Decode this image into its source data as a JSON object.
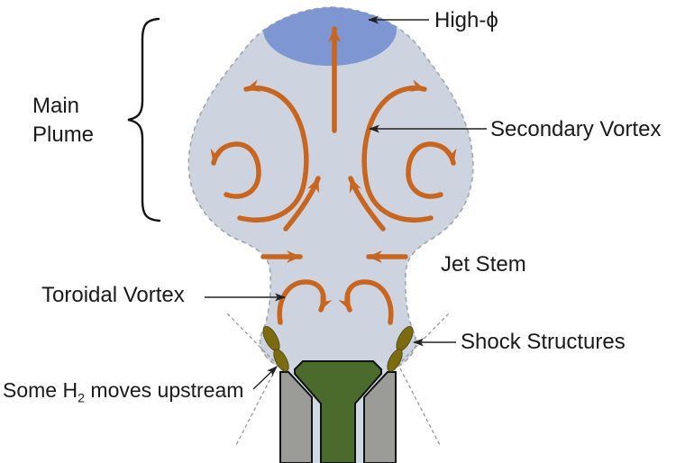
{
  "diagram": {
    "labels": {
      "main_plume": "Main Plume",
      "high_phi": "High-ϕ",
      "secondary_vortex": "Secondary Vortex",
      "jet_stem": "Jet Stem",
      "toroidal_vortex": "Toroidal Vortex",
      "shock_structures": "Shock Structures",
      "h2_note": {
        "pre": "Some H",
        "sub": "2",
        "post": " moves upstream"
      }
    },
    "colors": {
      "plume_fill": "#cdd4e0",
      "plume_border": "#a0a6ae",
      "high_phi_fill": "#7e96d2",
      "arrow_orange": "#c8651e",
      "pointer_dark": "#222222",
      "nozzle_green": "#4a6b2c",
      "nozzle_gray": "#9b9b97",
      "channel_blue": "#cfd9e6",
      "shock_olive": "#7d6b10"
    }
  }
}
